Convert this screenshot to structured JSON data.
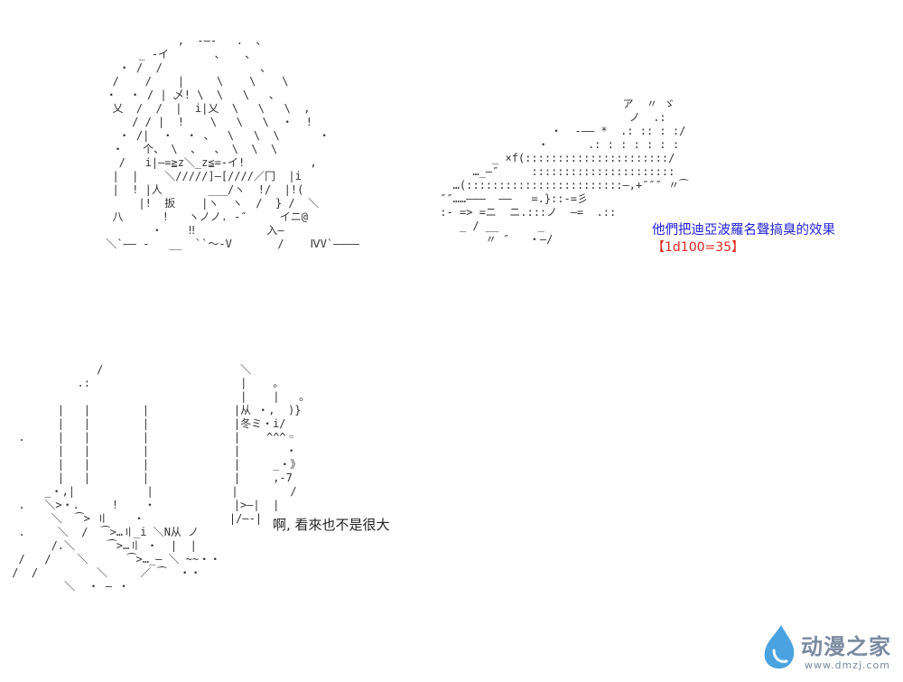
{
  "ascii_art": {
    "top": "            ,  -―-   .  、\n      _ -イ       、   、\n   ・ /  /               、\n  /    /    |     \\    \\    \\\n ・  ・ / | 乄! \\  \\   \\   、\n  乂  /  /  |  i|乂  \\   \\   \\  ,\n     / / |  !    \\   \\   \\  ・  !\n   ・ /|  ・  ・ 、  \\   \\  \\      ・\n  ・   个、 \\  、  、 \\  \\  \\\n   /   i|—=≧z＼_z≦=-イ!          ,\n  |  |    ＼/////]—[////／冂  |i\n  |  ! |人       ___/ヽ  !/  |!(\n      |!  扳    |ヽ  ヽ  /  } /  ＼\n  八      !   ヽノノ. -″     イニ@\n        ・    ‼           入—\n ＼`—— -   __  ``～-V       /    ⅣV`————",
    "weapon": "                             ア  〃 ゞ\n                              ノ  .:\n                  ・  -–– *  .: :: : :/\n                ・      .: : : : : : :\n         _ ×f(::::::::::::::::::::::/\n      …_–″     ::::::::::::::::::::::\n   …(::::::::::::::::::::::::–,+″″″ 〃⁀\n ″″……———  ––   =.}::-=彡\n :- => =ニ  ニ.:::ノ  —=  .::\n    _ / __      _\n        〃 ″   ・—/",
    "bottom": "              /                     ＼\n           .:                       |    。\n                                    |    |   。\n        |   |        |             |从 ・,  )}\n        |   |        |             |冬ミ・i/\n  .     |   |        |             |    ^^^゠\n        |   |        |             |       ・\n        |   |        |             |     _・》\n        |   |        |             |     ,-7\n      _・,|           |            |        /\n  .   ＼>・.     !    ・            |>—|  |\n       ＼  ⁀> 〢    ・             |/—-|\n  .     ＼  /  ⁀>…〢_i ＼N从 ノ\n       /.＼     ⁀>…〢 ・  |  |\n  /   /    ＼      ⁀>…_— ＼ ~~・・\n /  /         ＼     ／ ⁀  ・・\n         ＼  ・ — ・"
  },
  "captions": {
    "effect": "他們把迪亞波羅名聲搞臭的效果",
    "roll": "【1d100=35】",
    "dialog": "啊, 看來也不是很大"
  },
  "watermark": {
    "title": "动漫之家",
    "url": "www.dmzj.com"
  },
  "colors": {
    "caption_blue": "#2323d8",
    "caption_red": "#e0281e",
    "watermark_gray": "#7a8aa0",
    "watermark_blue": "#4aa3df"
  }
}
